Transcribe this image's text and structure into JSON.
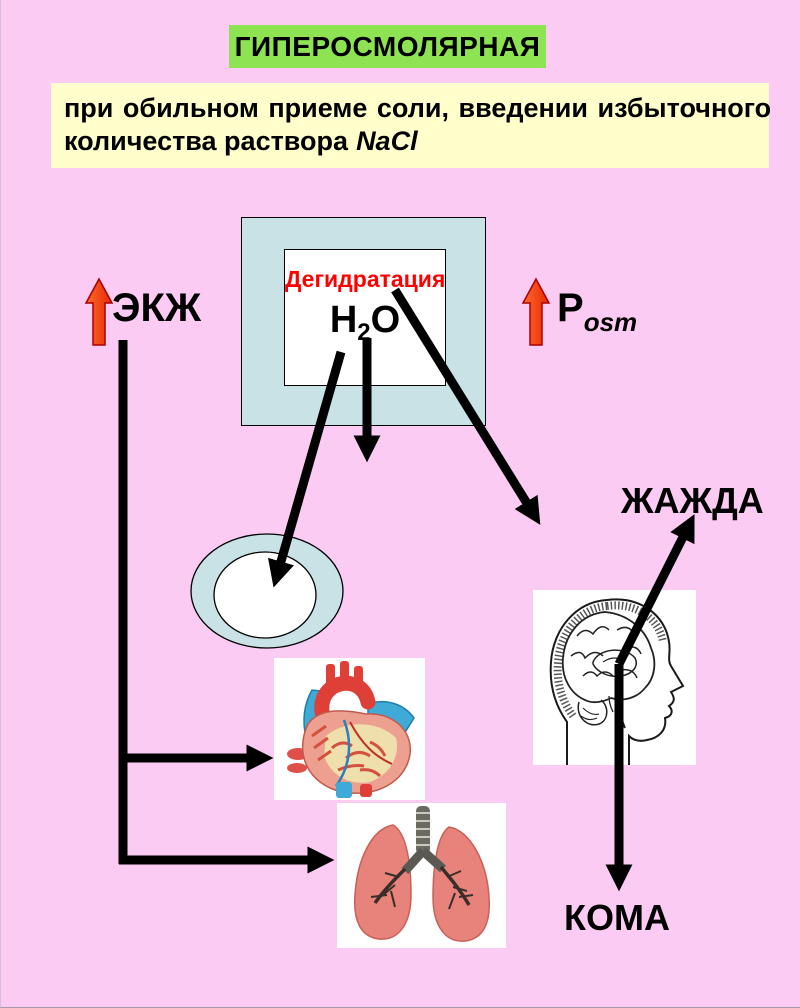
{
  "slide": {
    "background_color": "#FCCBF3",
    "title": {
      "label": "ГИПЕРОСМОЛЯРНАЯ",
      "background_color": "#8DE351"
    },
    "cause_note": {
      "line1": "при обильном приеме соли, введении избыточного",
      "line2": "количества раствора",
      "formula": "NaCl",
      "background_color": "#FFFFCC"
    },
    "water_box": {
      "label": "Дегидратация",
      "label_color": "#FF0000",
      "molecule": {
        "symbol_h": "H",
        "subscript": "2",
        "symbol_o": "O"
      },
      "outer_color": "#C9E2E6"
    },
    "left_indicator": {
      "label": "ЭКЖ",
      "direction": "up",
      "arrow_color": "#F5380E"
    },
    "right_indicator": {
      "symbol": "P",
      "subscript": "osm",
      "direction": "up",
      "arrow_color": "#F5380E"
    },
    "outcomes": {
      "thirst_label": "ЖАЖДА",
      "coma_label": "КОМА"
    },
    "illustrations": {
      "cell": "cell-cross-section",
      "heart": "anatomical-heart",
      "lungs": "lungs-with-trachea",
      "brain": "head-profile-brain-sketch"
    }
  }
}
